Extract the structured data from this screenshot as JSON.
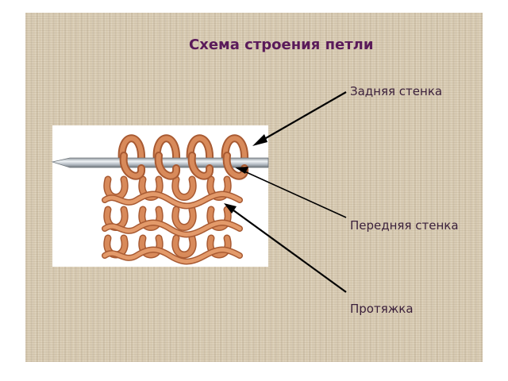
{
  "slide": {
    "title": "Схема строения петли",
    "labels": {
      "back_wall": "Задняя стенка",
      "front_wall": "Передняя стенка",
      "pull": "Протяжка"
    }
  },
  "colors": {
    "background": "#d9ccb4",
    "title": "#5a1a5a",
    "yarn": "#d88a5a",
    "yarn_dark": "#a85a32",
    "needle": "#b0b8c0",
    "arrow": "#000000"
  }
}
